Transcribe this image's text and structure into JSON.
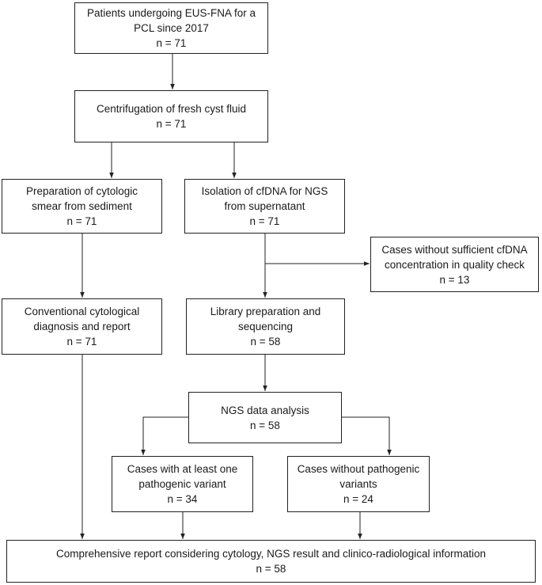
{
  "boxes": {
    "patients": {
      "lines": [
        "Patients undergoing EUS-FNA for a",
        "PCL since 2017",
        "n = 71"
      ]
    },
    "centrifugation": {
      "lines": [
        "Centrifugation of fresh cyst fluid",
        "n = 71"
      ]
    },
    "cytologic_smear": {
      "lines": [
        "Preparation of cytologic",
        "smear from sediment",
        "n = 71"
      ]
    },
    "cfdna_isolation": {
      "lines": [
        "Isolation of cfDNA for NGS",
        "from supernatant",
        "n = 71"
      ]
    },
    "insufficient": {
      "lines": [
        "Cases without sufficient cfDNA",
        "concentration in quality check",
        "n = 13"
      ]
    },
    "cytology_report": {
      "lines": [
        "Conventional cytological",
        "diagnosis and report",
        "n = 71"
      ]
    },
    "library_prep": {
      "lines": [
        "Library preparation and",
        "sequencing",
        "n = 58"
      ]
    },
    "ngs_analysis": {
      "lines": [
        "NGS data analysis",
        "n = 58"
      ]
    },
    "pathogenic": {
      "lines": [
        "Cases with at least one",
        "pathogenic variant",
        "n = 34"
      ]
    },
    "no_pathogenic": {
      "lines": [
        "Cases without pathogenic",
        "variants",
        "n = 24"
      ]
    },
    "comprehensive": {
      "lines": [
        "Comprehensive report considering cytology, NGS result and clinico-radiological information",
        "n = 58"
      ]
    }
  }
}
